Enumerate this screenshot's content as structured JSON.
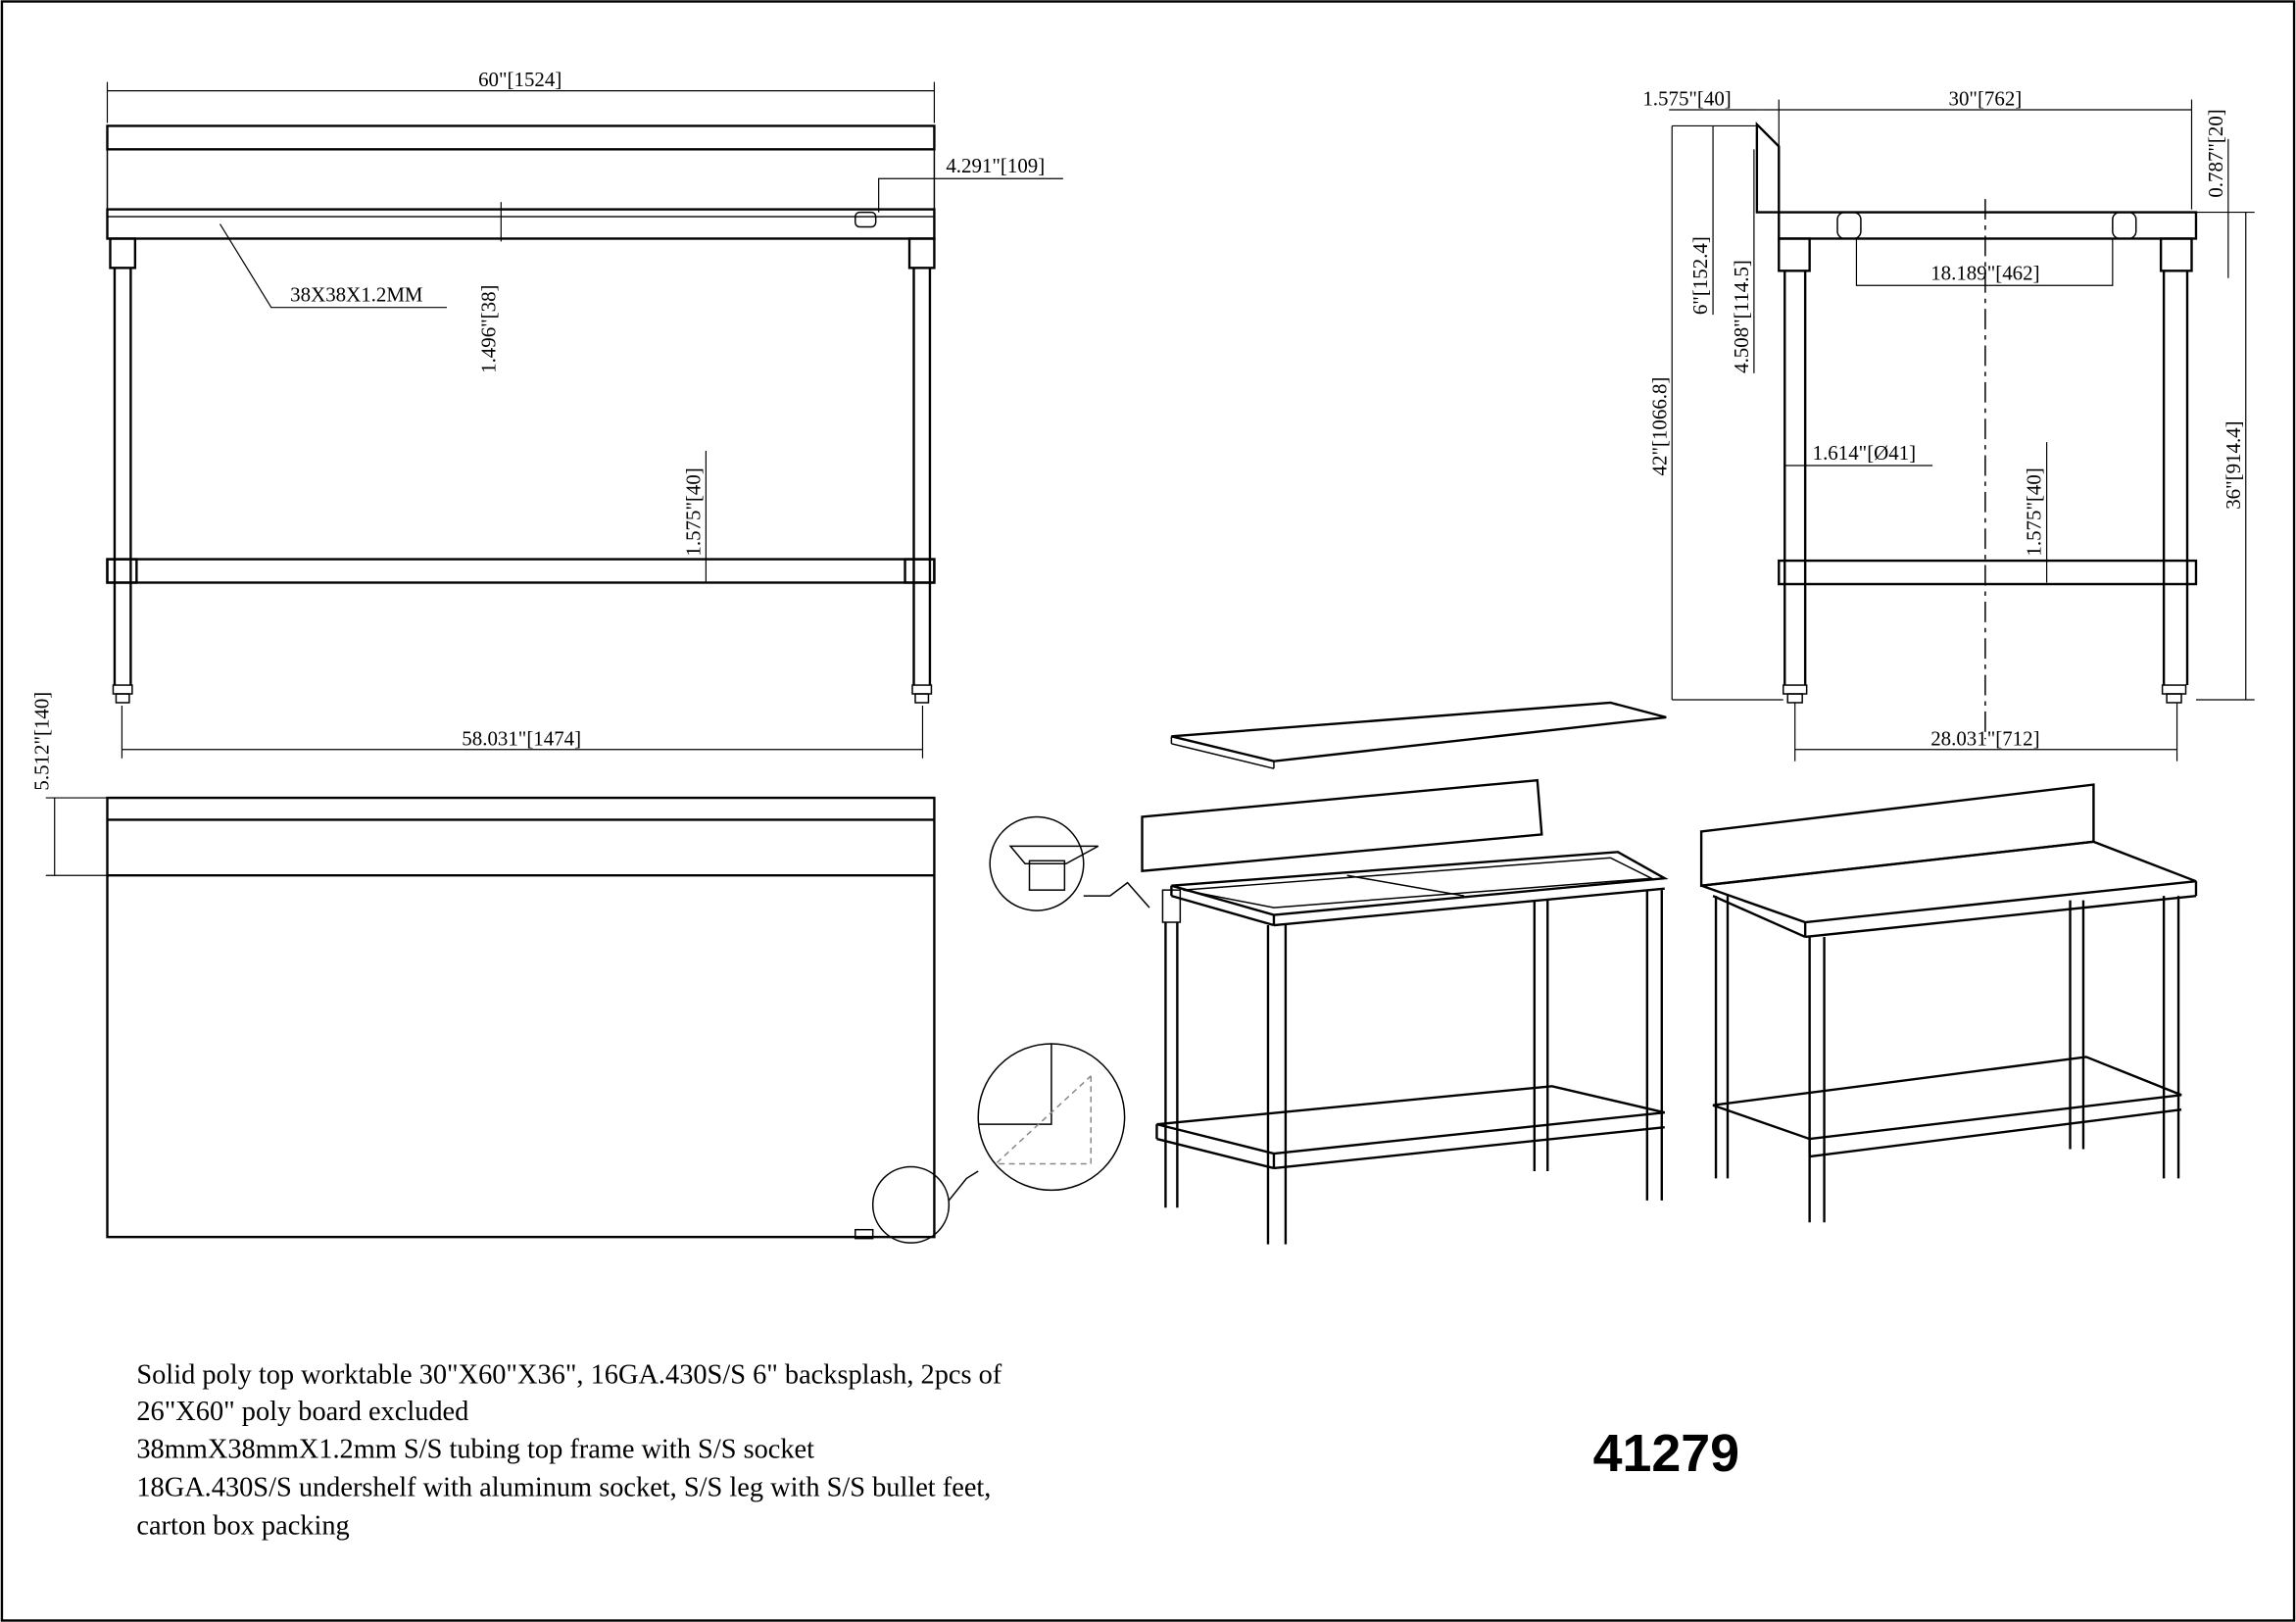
{
  "front_view": {
    "overall_width": "60\"[1524]",
    "backsplash_offset": "4.291\"[109]",
    "tubing_callout": "38X38X1.2MM",
    "frame_height": "1.496\"[38]",
    "shelf_height": "1.575\"[40]",
    "leg_span": "58.031\"[1474]"
  },
  "plan_view": {
    "backsplash_depth": "5.512\"[140]"
  },
  "side_view": {
    "backsplash_thickness": "1.575\"[40]",
    "overall_depth": "30\"[762]",
    "top_thickness": "0.787\"[20]",
    "backsplash_height": "6\"[152.4]",
    "backsplash_above_top": "4.508\"[114.5]",
    "socket_span": "18.189\"[462]",
    "overall_height": "42\"[1066.8]",
    "leg_diameter": "1.614\"[Ø41]",
    "shelf_height": "1.575\"[40]",
    "work_height": "36\"[914.4]",
    "leg_span": "28.031\"[712]"
  },
  "description": [
    "Solid poly top worktable 30\"X60\"X36\", 16GA.430S/S 6\" backsplash, 2pcs of",
    "26\"X60\" poly board excluded",
    "38mmX38mmX1.2mm S/S tubing top frame with S/S socket",
    "18GA.430S/S undershelf with aluminum socket, S/S leg with S/S bullet feet,",
    "carton box packing"
  ],
  "model_number": "41279"
}
